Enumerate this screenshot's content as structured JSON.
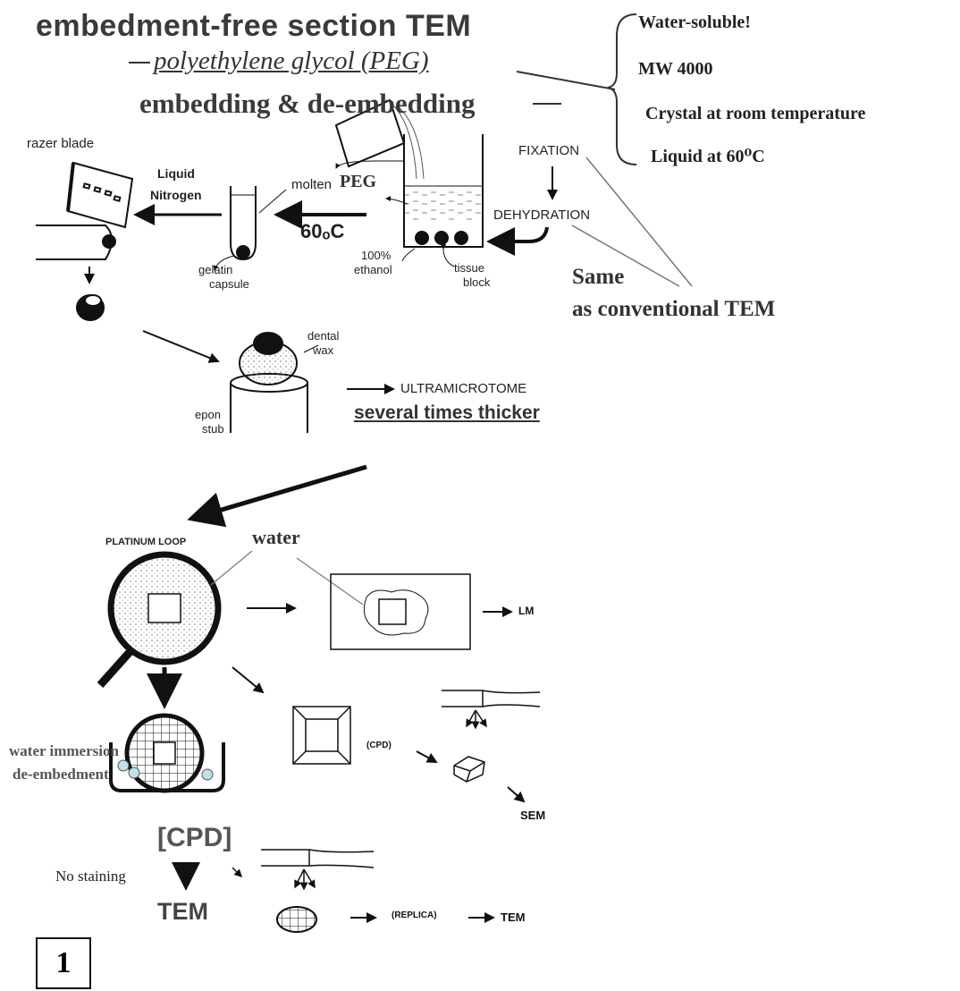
{
  "title": "embedment-free section TEM",
  "subtitle_peg": "polyethylene glycol (PEG)",
  "subtitle_process": "embedding & de-embedding",
  "peg_properties": [
    "Water-soluble!",
    "MW 4000",
    "Crystal at room temperature",
    "Liquid at 60⁰C"
  ],
  "labels": {
    "razer_blade": "razer blade",
    "liquid": "Liquid",
    "nitrogen": "Nitrogen",
    "molten": "molten",
    "peg": "PEG",
    "temp": "60ₒC",
    "fixation": "FIXATION",
    "dehydration": "DEHYDRATION",
    "gelatin": "gelatin",
    "capsule": "capsule",
    "ethanol_pct": "100%",
    "ethanol": "ethanol",
    "tissue": "tissue",
    "block": "block",
    "same": "Same",
    "as_conventional": "as conventional TEM",
    "dental": "dental",
    "wax": "wax",
    "epon": "epon",
    "stub": "stub",
    "ultramicrotome": "ULTRAMICROTOME",
    "thicker": "several times thicker",
    "platinum_loop": "PLATINUM LOOP",
    "water": "water",
    "lm": "LM",
    "cpd_small": "(CPD)",
    "sem": "SEM",
    "water_immersion": "water immersion",
    "de_embedment": "de-embedment",
    "cpd_big": "[CPD]",
    "no_staining": "No staining",
    "tem_big": "TEM",
    "replica": "(REPLICA)",
    "tem_small": "TEM",
    "figure_number": "1"
  }
}
